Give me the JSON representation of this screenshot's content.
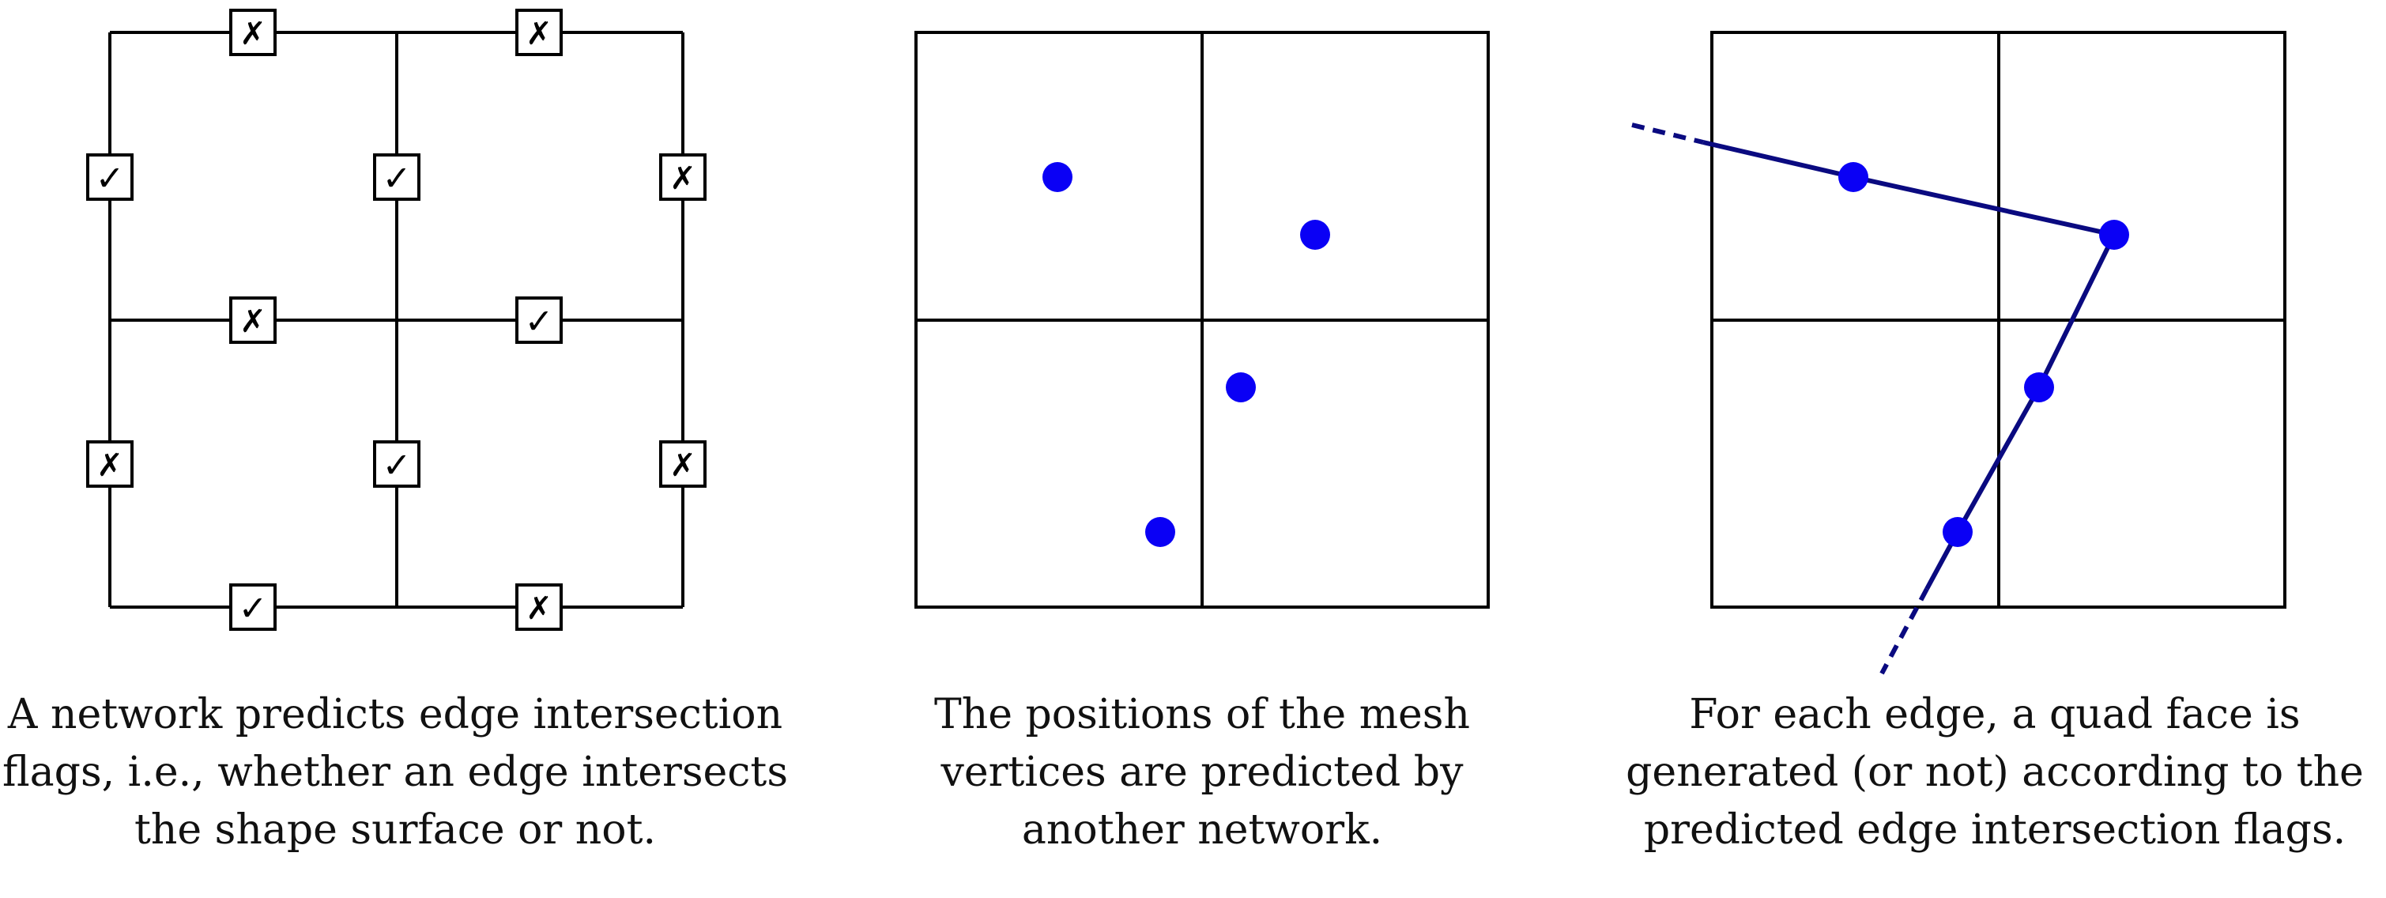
{
  "colors": {
    "grid_line": "#000000",
    "vertex_dot": "#0a00f5",
    "quad_edge": "#0a0a80",
    "flag_box_fill": "#ffffff"
  },
  "panel_flags": {
    "flags": [
      {
        "edge": "top-left-horizontal",
        "value": "✗",
        "symbol": "cross"
      },
      {
        "edge": "top-right-horizontal",
        "value": "✗",
        "symbol": "cross"
      },
      {
        "edge": "upper-left-vertical",
        "value": "✓",
        "symbol": "check"
      },
      {
        "edge": "upper-middle-vertical",
        "value": "✓",
        "symbol": "check"
      },
      {
        "edge": "upper-right-vertical",
        "value": "✗",
        "symbol": "cross"
      },
      {
        "edge": "middle-left-horizontal",
        "value": "✗",
        "symbol": "cross"
      },
      {
        "edge": "middle-right-horizontal",
        "value": "✓",
        "symbol": "check"
      },
      {
        "edge": "lower-left-vertical",
        "value": "✗",
        "symbol": "cross"
      },
      {
        "edge": "lower-middle-vertical",
        "value": "✓",
        "symbol": "check"
      },
      {
        "edge": "lower-right-vertical",
        "value": "✗",
        "symbol": "cross"
      },
      {
        "edge": "bottom-left-horizontal",
        "value": "✓",
        "symbol": "check"
      },
      {
        "edge": "bottom-right-horizontal",
        "value": "✗",
        "symbol": "cross"
      }
    ],
    "caption": {
      "line1": "A network predicts edge intersection",
      "line2": "flags, i.e., whether an edge intersects",
      "line3": "the shape surface or not."
    }
  },
  "panel_vertices": {
    "vertex_count": 4,
    "caption": {
      "line1": "The positions of the mesh",
      "line2": "vertices are predicted by",
      "line3": "another network."
    }
  },
  "panel_faces": {
    "caption": {
      "line1": "For each edge, a quad face is",
      "line2": "generated (or not) according to the",
      "line3": "predicted edge intersection flags."
    }
  }
}
